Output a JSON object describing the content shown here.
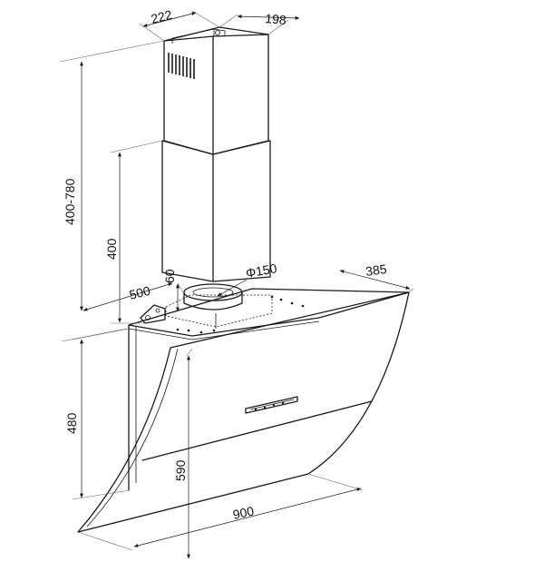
{
  "dimensions": {
    "chimney_width": "222",
    "chimney_depth": "198",
    "chimney_height_range": "400-780",
    "chimney_lower_height": "400",
    "duct_offset": "60",
    "duct_diameter": "Φ150",
    "top_width": "500",
    "top_depth": "385",
    "body_height": "480",
    "front_height": "590",
    "total_width": "900"
  },
  "colors": {
    "line": "#1a1a1a",
    "background": "#ffffff"
  }
}
